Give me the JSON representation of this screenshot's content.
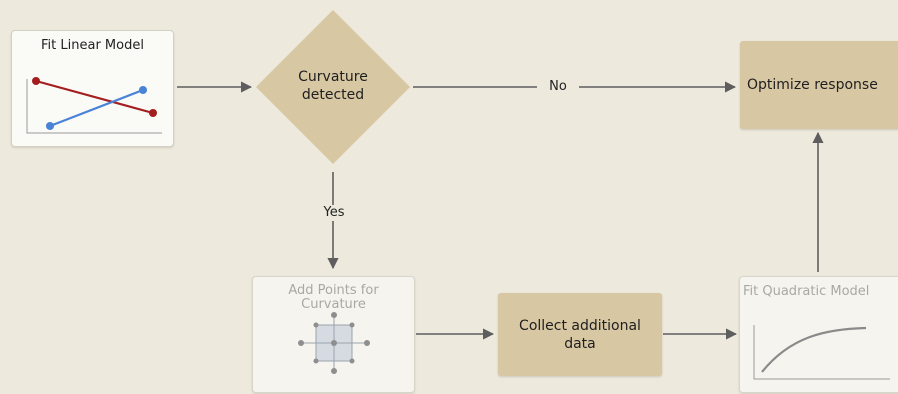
{
  "nodes": {
    "fit_linear": {
      "label": "Fit Linear Model"
    },
    "curvature": {
      "label": "Curvature\ndetected"
    },
    "optimize": {
      "label": "Optimize response"
    },
    "add_points": {
      "label": "Add Points for\nCurvature"
    },
    "collect": {
      "label": "Collect additional\ndata"
    },
    "fit_quadratic": {
      "label": "Fit Quadratic Model"
    }
  },
  "edges": {
    "no_label": "No",
    "yes_label": "Yes"
  },
  "colors": {
    "background": "#ede9dc",
    "decision_fill": "#d8c7a3",
    "connector": "#5e5e5e",
    "linear_red": "#a31f1f",
    "linear_blue": "#4a82d8"
  }
}
